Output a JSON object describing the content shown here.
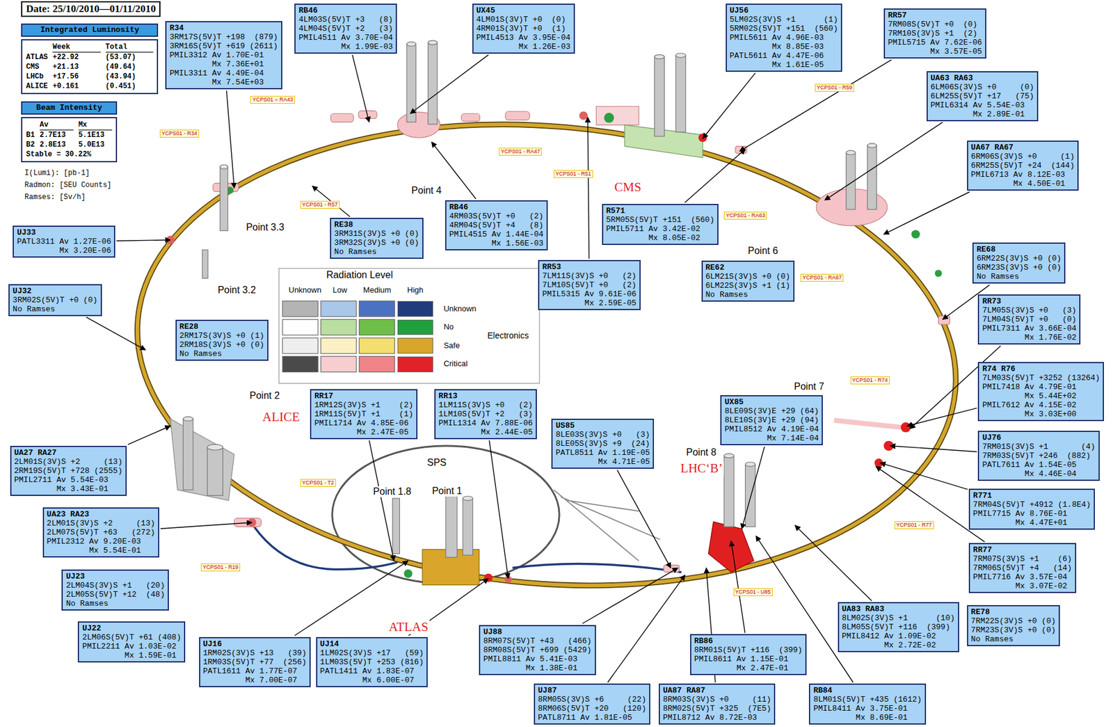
{
  "diagram": {
    "title": "Date: 25/10/2010—01/11/2010",
    "nodes": [
      {
        "text": [
          "Integrated Luminosity"
        ]
      },
      {
        "text": [
          "Week",
          "Total",
          "ATLAS",
          "+22.92",
          "(53.07)",
          "CMS",
          "+21.13",
          "(49.64)",
          "LHCb",
          "+17.56",
          "(43.94)",
          "ALICE",
          "+0.161",
          "(0.451)"
        ]
      },
      {
        "text": [
          "Beam Intensity"
        ]
      },
      {
        "text": [
          "Av",
          "Mx",
          "B1",
          "2.7E13",
          "5.1E13",
          "B2",
          "2.8E13",
          "5.0E13",
          "Stable = 30.22%"
        ]
      },
      {
        "text": [
          "R34",
          "3RM17S(5V)T +198  (879)",
          "3RM16S(5V)T +619 (2611)",
          "PMIL3312 Av 1.70E-01",
          "Mx 7.36E+01",
          "PMIL3311 Av 4.49E-04",
          "Mx 7.54E+03"
        ]
      },
      {
        "text": [
          "RB46",
          "4LM03S(5V)T +3   (8)",
          "4LM04S(5V)T +2   (3)",
          "PMIL4511 Av 3.70E-04",
          "Mx 1.99E-03"
        ]
      },
      {
        "text": [
          "UX45",
          "4LM01S(3V)T +0  (0)",
          "4RM01S(3V)T +0  (1)",
          "PMIL4513 Av 3.95E-04",
          "Mx 1.26E-03"
        ]
      },
      {
        "text": [
          "UJ56",
          "5LM02S(3V)S +1      (1)",
          "5RM02S(5V)T +151  (560)",
          "PMIL5611 Av 4.96E-03",
          "Mx 8.85E-03",
          "PATL5611 Av 4.47E-06",
          "Mx 1.61E-05"
        ]
      },
      {
        "text": [
          "RR57",
          "7RM08S(5V)T +0  (0)",
          "7RM10S(3V)S +1  (2)",
          "PMIL5715 Av 7.62E-06",
          "Mx 3.57E-05"
        ]
      },
      {
        "text": [
          "UA63 RA63",
          "6LM06S(3V)S +0     (0)",
          "6LM25S(5V)T +17   (75)",
          "PMIL6314 Av 5.54E-03",
          "Mx 2.89E-01"
        ]
      },
      {
        "text": [
          "UA67 RA67",
          "6RM06S(3V)S +0     (1)",
          "6RM25S(5V)T +24  (144)",
          "PMIL6713 Av 8.12E-03",
          "Mx 4.50E-01"
        ]
      },
      {
        "text": [
          "RB46",
          "4RM03S(5V)T +0   (2)",
          "4RM04S(5V)T +4   (8)",
          "PMIL4515 Av 1.44E-04",
          "Mx 1.56E-03"
        ]
      },
      {
        "text": [
          "R571",
          "5RM05S(5V)T +151  (560)",
          "PMIL5711 Av 3.42E-02",
          "Mx 8.05E-02"
        ]
      },
      {
        "text": [
          "RE38",
          "3RM31S(3V)S +0 (0)",
          "3RM32S(3V)S +0 (0)",
          "No Ramses"
        ]
      },
      {
        "text": [
          "UJ33",
          "PATL3311 Av 1.27E-06",
          "Mx 3.20E-06"
        ]
      },
      {
        "text": [
          "RE68",
          "6RM22S(3V)S +0 (0)",
          "6RM23S(3V)S +0 (0)",
          "No Ramses"
        ]
      },
      {
        "text": [
          "RR53",
          "7LM11S(3V)S +0   (2)",
          "7LM10S(5V)T +0   (2)",
          "PMIL5315 Av 9.61E-06",
          "Mx 2.59E-05"
        ]
      },
      {
        "text": [
          "RE62",
          "6LM21S(3V)S +0 (0)",
          "6LM22S(3V)S +1 (1)",
          "No Ramses"
        ]
      },
      {
        "text": [
          "UJ32",
          "3RM02S(5V)T +0 (0)",
          "No Ramses"
        ]
      },
      {
        "text": [
          "RR73",
          "7LM05S(3V)S +0   (3)",
          "7LM04S(5V)T +0   (0)",
          "PMIL7311 Av 3.66E-04",
          "Mx 1.76E-02"
        ]
      },
      {
        "text": [
          "RE28",
          "2RM17S(3V)S +0 (1)",
          "2RM18S(3V)S +0 (0)",
          "No Ramses"
        ]
      },
      {
        "text": [
          "R74 R76",
          "7LM03S(5V)T +3252 (13264)",
          "PMIL7418 Av 4.79E-01",
          "Mx 5.44E+02",
          "PMIL7612 Av 4.15E-02",
          "Mx 3.03E+00"
        ]
      },
      {
        "text": [
          "RR17",
          "1RM12S(3V)S +1    (2)",
          "1RM11S(5V)T +1    (1)",
          "PMIL1714 Av 4.85E-06",
          "Mx 2.47E-05"
        ]
      },
      {
        "text": [
          "RR13",
          "1LM11S(3V)S +0   (2)",
          "1LM10S(5V)T +2   (3)",
          "PMIL1314 Av 7.88E-06",
          "Mx 2.44E-05"
        ]
      },
      {
        "text": [
          "UX85",
          "8LE09S(3V)E +29 (64)",
          "8LE10S(3V)E +29 (94)",
          "PMIL8512 Av 4.19E-04",
          "Mx 7.14E-04"
        ]
      },
      {
        "text": [
          "US85",
          "8LE03S(3V)S +0   (3)",
          "8LE05S(3V)S +9  (24)",
          "PATL8511 Av 1.19E-05",
          "Mx 4.71E-05"
        ]
      },
      {
        "text": [
          "UJ76",
          "7RM01S(3V)S +1       (4)",
          "7RM03S(5V)T +246  (882)",
          "PATL7611 Av 1.54E-05",
          "Mx 4.46E-04"
        ]
      },
      {
        "text": [
          "UA27 RA27",
          "2LM01S(3V)S +2     (13)",
          "2RM19S(5V)T +728 (2555)",
          "PMIL2711 Av 5.54E-03",
          "Mx 3.43E-01"
        ]
      },
      {
        "text": [
          "R771",
          "7RM04S(5V)T +4912 (1.8E4)",
          "PMIL7715 Av 8.76E-01",
          "Mx 4.47E+01"
        ]
      },
      {
        "text": [
          "UA23 RA23",
          "2LM01S(3V)S +2     (13)",
          "2LM07S(5V)T +63   (272)",
          "PMIL2312 Av 9.20E-03",
          "Mx 5.54E-01"
        ]
      },
      {
        "text": [
          "RR77",
          "7RM07S(3V)S +1    (6)",
          "7RM06S(5V)T +4   (14)",
          "PMIL7716 Av 3.57E-04",
          "Mx 3.07E-02"
        ]
      },
      {
        "text": [
          "UJ23",
          "2LM04S(3V)S +1   (20)",
          "2LM05S(5V)T +12  (48)",
          "No Ramses"
        ]
      },
      {
        "text": [
          "UA83 RA83",
          "8LM02S(3V)S +1      (10)",
          "8LM05S(5V)T +116  (399)",
          "PMIL8412 Av 1.09E-02",
          "Mx 2.72E-02"
        ]
      },
      {
        "text": [
          "RE78",
          "7RM22S(3V)S +0 (0)",
          "7RM23S(3V)S +0 (0)",
          "No Ramses"
        ]
      },
      {
        "text": [
          "UJ22",
          "2LM06S(5V)T +61 (408)",
          "PMIL2211 Av 1.03E-02",
          "Mx 1.59E-01"
        ]
      },
      {
        "text": [
          "UJ88",
          "8RM07S(5V)T +43   (466)",
          "8RM08S(5V)T +699 (5429)",
          "PMIL8811 Av 5.41E-03",
          "Mx 1.38E-01"
        ]
      },
      {
        "text": [
          "RB86",
          "8RM01S(5V)T +116  (399)",
          "PMIL8611 Av 1.15E-01",
          "Mx 2.47E-01"
        ]
      },
      {
        "text": [
          "UJ16",
          "1RM02S(3V)S +13   (39)",
          "1RM03S(5V)T +77  (256)",
          "PATL1611 Av 1.77E-07",
          "Mx 7.00E-07"
        ]
      },
      {
        "text": [
          "UJ14",
          "1LM02S(3V)S +17   (59)",
          "1LM03S(5V)T +253 (816)",
          "PATL1411 Av 1.83E-07",
          "Mx 6.00E-07"
        ]
      },
      {
        "text": [
          "UJ87",
          "8RM05S(3V)S +6     (22)",
          "8RM06S(5V)T +20   (120)",
          "PATL8711 Av 1.81E-05"
        ]
      },
      {
        "text": [
          "UA87 RA87",
          "8RM03S(3V)S +0     (11)",
          "8RM02S(5V)T +325  (7E5)",
          "PMIL8712 Av 8.72E-03"
        ]
      },
      {
        "text": [
          "RB84",
          "8LM01S(5V)T +435 (1612)",
          "PMIL8411 Av 3.75E-01",
          "Mx 8.69E-01"
        ]
      }
    ],
    "labels": [
      "I(Lumi): [pb-1]",
      "Radmon: [SEU Counts]",
      "Ramses: [Sv/h]",
      "Point 3.3",
      "Point 3.2",
      "Point 4",
      "CMS",
      "Point 6",
      "Point 2",
      "ALICE",
      "Point 7",
      "Point 8",
      "LHC‘B’",
      "SPS",
      "Point 1.8",
      "Point 1",
      "ATLAS",
      "Radiation Level",
      "Unknown",
      "Low",
      "Medium",
      "High",
      "Electronics",
      "YCPS01 - R34",
      "YCPS01 = RA43",
      "YCPS01 - RA47",
      "YCPS01 - R51",
      "YCPS01 - R57",
      "YCPS01 - R59",
      "YCPS01 - RA63",
      "YCPS01 - RA67",
      "YCPS01 - R74",
      "YCPS01 - R77",
      "YCPS01 - T2",
      "YCPS01 - R19",
      "YCPS01 - U85"
    ],
    "legend": [
      {
        "text": "Unknown",
        "color": "#203c7c"
      },
      {
        "text": "No",
        "color": "#20a03c"
      },
      {
        "text": "Safe",
        "color": "#d7a62a"
      },
      {
        "text": "Critical",
        "color": "#e2222a"
      }
    ]
  }
}
